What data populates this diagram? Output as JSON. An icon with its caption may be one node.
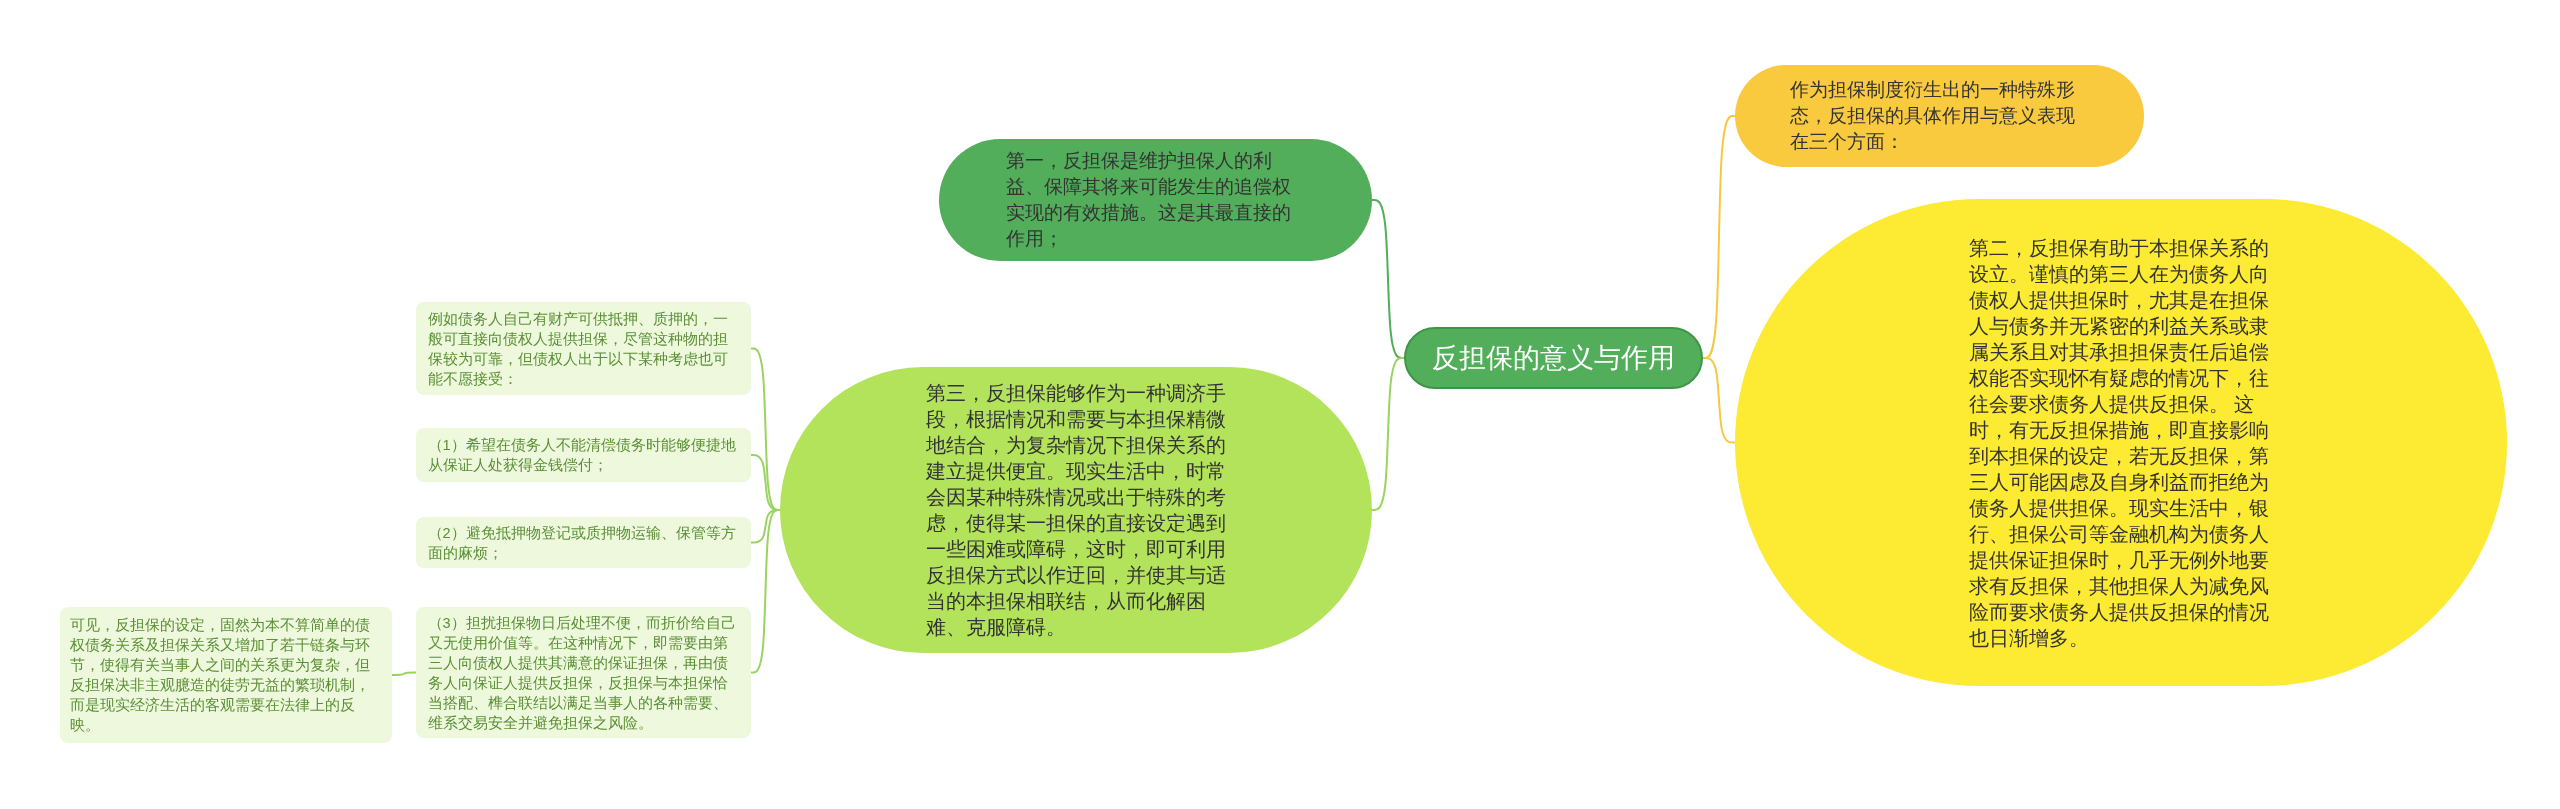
{
  "diagram": {
    "nodes": [
      {
        "text": [
          "反担保的意义与作用"
        ]
      },
      {
        "text": [
          "作为担保制度衍生出的一种特殊形态，反担保的具体作用与意义表现在三个方面："
        ]
      },
      {
        "text": [
          "第一，反担保是维护担保人的利益、保障其将来可能发生的追偿权实现的有效措施。这是其最直接的作用；"
        ]
      },
      {
        "text": [
          "第二，反担保有助于本担保关系的设立。谨慎的第三人在为债务人向债权人提供担保时，尤其是在担保人与债务并无紧密的利益关系或隶属关系且对其承担担保责任后追偿权能否实现怀有疑虑的情况下，往往会要求债务人提供反担保。 这时，有无反担保措施，即直接影响到本担保的设定，若无反担保，第三人可能因虑及自身利益而拒绝为债务人提供担保。现实生活中，银行、担保公司等金融机构为债务人提供保证担保时，几乎无例外地要求有反担保，其他担保人为减免风险而要求债务人提供反担保的情况也日渐增多。"
        ]
      },
      {
        "text": [
          "第三，反担保能够作为一种调济手段，根据情况和需要与本担保精微地结合，为复杂情况下担保关系的建立提供便宜。现实生活中，时常会因某种特殊情况或出于特殊的考虑，使得某一担保的直接设定遇到一些困难或障碍，这时，即可利用反担保方式以作迂回，并使其与适当的本担保相联结，从而化解困难、克服障碍。"
        ]
      },
      {
        "text": [
          "例如债务人自己有财产可供抵押、质押的，一般可直接向债权人提供担保，尽管这种物的担保较为可靠，但债权人出于以下某种考虑也可能不愿接受："
        ]
      },
      {
        "text": [
          "（1）希望在债务人不能清偿债务时能够便捷地从保证人处获得金钱偿付；"
        ]
      },
      {
        "text": [
          "（2）避免抵押物登记或质押物运输、保管等方面的麻烦；"
        ]
      },
      {
        "text": [
          "（3）担扰担保物日后处理不便，而折价给自己又无使用价值等。在这种情况下，即需要由第三人向债权人提供其满意的保证担保，再由债务人向保证人提供反担保，反担保与本担保恰当搭配、榫合联结以满足当事人的各种需要、维系交易安全并避免担保之风险。"
        ]
      },
      {
        "text": [
          "可见，反担保的设定，固然为本不算简单的债权债务关系及担保关系又增加了若干链条与环节，使得有关当事人之间的关系更为复杂，但反担保决非主观臆造的徒劳无益的繁琐机制，而是现实经济生活的客观需要在法律上的反映。"
        ]
      }
    ],
    "edges": [
      {
        "from": 0,
        "to": 1,
        "arrow": "none",
        "color": "#f5c842"
      },
      {
        "from": 0,
        "to": 2,
        "arrow": "none",
        "color": "#52ae5b"
      },
      {
        "from": 0,
        "to": 3,
        "arrow": "none",
        "color": "#f5c842"
      },
      {
        "from": 0,
        "to": 4,
        "arrow": "none"
      },
      {
        "from": 4,
        "to": 5,
        "arrow": "none"
      },
      {
        "from": 4,
        "to": 6,
        "arrow": "none"
      },
      {
        "from": 4,
        "to": 7,
        "arrow": "none"
      },
      {
        "from": 4,
        "to": 8,
        "arrow": "none"
      },
      {
        "from": 8,
        "to": 9,
        "arrow": "none"
      }
    ]
  }
}
